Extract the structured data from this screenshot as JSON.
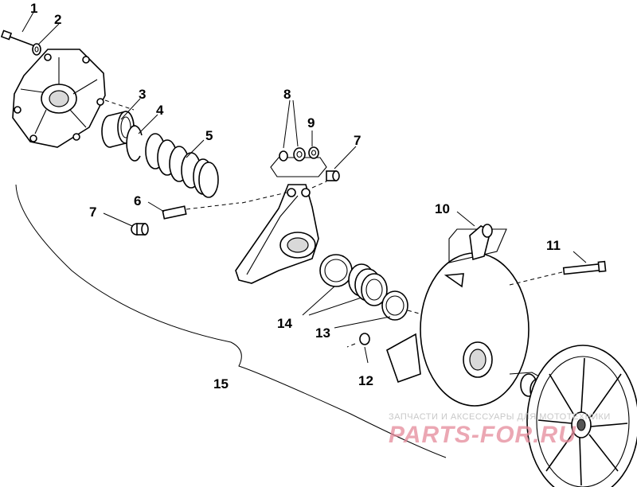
{
  "diagram": {
    "callouts": [
      "1",
      "2",
      "3",
      "4",
      "5",
      "6",
      "7",
      "7",
      "8",
      "9",
      "10",
      "11",
      "12",
      "13",
      "14",
      "15"
    ]
  },
  "watermark": {
    "line1": "ЗАПЧАСТИ И АКСЕССУАРЫ ДЛЯ МОТОТЕХНИКИ",
    "line2": "PARTS-FOR.RU"
  },
  "colors": {
    "line": "#000000",
    "background": "#ffffff",
    "watermark_text": "#c8c8c8",
    "watermark_logo": "#e58a9a"
  }
}
